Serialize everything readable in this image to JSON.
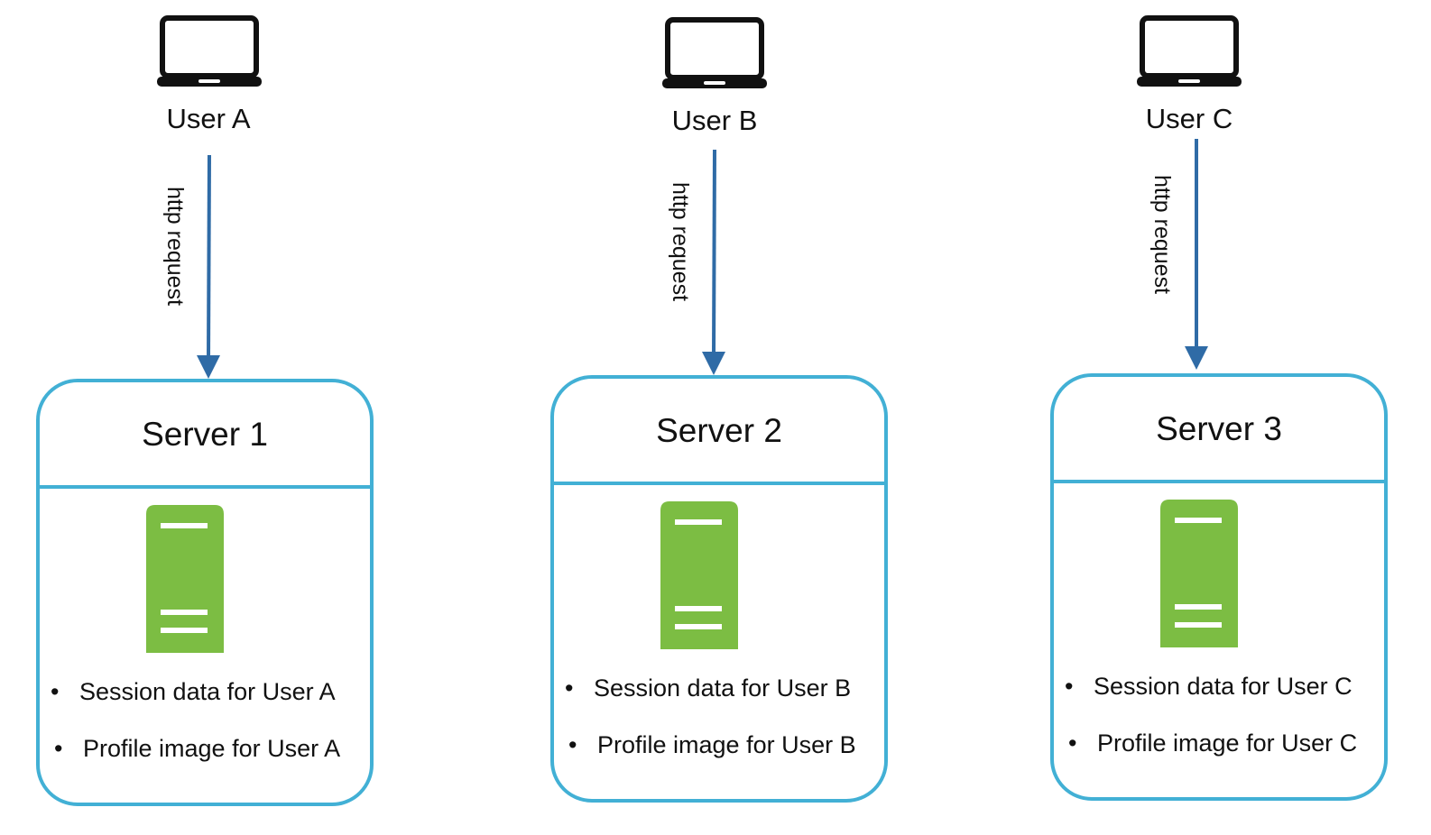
{
  "colors": {
    "box_border": "#42b0d5",
    "arrow": "#2f6ba6",
    "server_body": "#7cbd43",
    "laptop": "#111111"
  },
  "users": [
    {
      "label": "User A",
      "icon": "laptop-icon"
    },
    {
      "label": "User B",
      "icon": "laptop-icon"
    },
    {
      "label": "User C",
      "icon": "laptop-icon"
    }
  ],
  "request_label": "http request",
  "servers": [
    {
      "title": "Server 1",
      "icon": "server-icon",
      "items": [
        "Session data for User A",
        "Profile image for User A"
      ]
    },
    {
      "title": "Server 2",
      "icon": "server-icon",
      "items": [
        "Session data for User B",
        "Profile image for User B"
      ]
    },
    {
      "title": "Server 3",
      "icon": "server-icon",
      "items": [
        "Session data for User C",
        "Profile image for User C"
      ]
    }
  ]
}
